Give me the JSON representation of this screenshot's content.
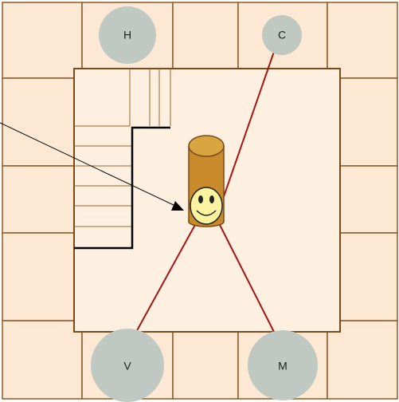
{
  "nodes": {
    "h": {
      "label": "H"
    },
    "c": {
      "label": "C"
    },
    "v": {
      "label": "V"
    },
    "m": {
      "label": "M"
    }
  },
  "colors": {
    "tile_fill": "#fde9d3",
    "tile_stroke": "#8a5a2a",
    "room_fill": "#fef0e0",
    "room_stroke": "#7a4a1c",
    "node_fill": "#bfc9c2",
    "line": "#a51515",
    "pointer": "#000000",
    "cylinder": "#c98a2c",
    "cylinder_top": "#d7a640",
    "face": "#fbf3a0"
  }
}
